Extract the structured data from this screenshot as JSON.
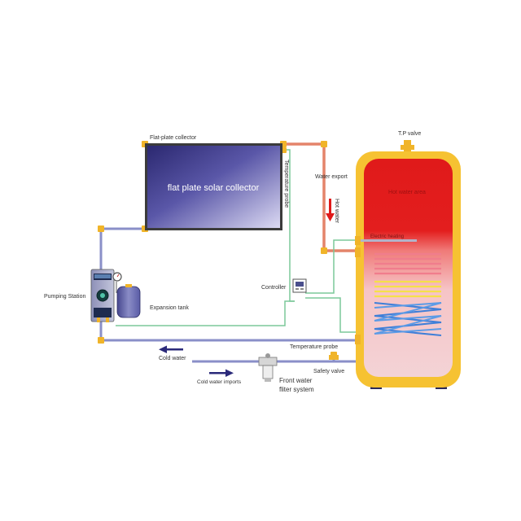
{
  "labels": {
    "collector_title": "Flat-plate collector",
    "collector_panel": "flat plate solar collector",
    "temperature_probe_collector": "Temperature probe",
    "water_export": "Water export",
    "hot_water": "Hot water",
    "tp_valve": "T.P valve",
    "hot_water_area": "Hot water area",
    "electric_heating": "Electric heating",
    "controller": "Controller",
    "pumping_station": "Pumping Station",
    "expansion_tank": "Expansion tank",
    "temperature_probe_tank": "Temperature probe",
    "cold_water": "Cold water",
    "cold_water_imports": "Cold water imports",
    "safety_valve": "Safety valve",
    "front_water_line1": "Front water",
    "front_water_line2": "fliter system"
  },
  "colors": {
    "tank_shell": "#f6c232",
    "tank_hot": "#e01a1a",
    "tank_cool": "#f4c9c9",
    "collector_panel_dark": "#2b2870",
    "collector_panel_light": "#d9d6f2",
    "hot_pipe": "#e4846a",
    "cold_pipe": "#8a8fc8",
    "signal_wire": "#7cc89a",
    "fitting": "#f0b429"
  }
}
